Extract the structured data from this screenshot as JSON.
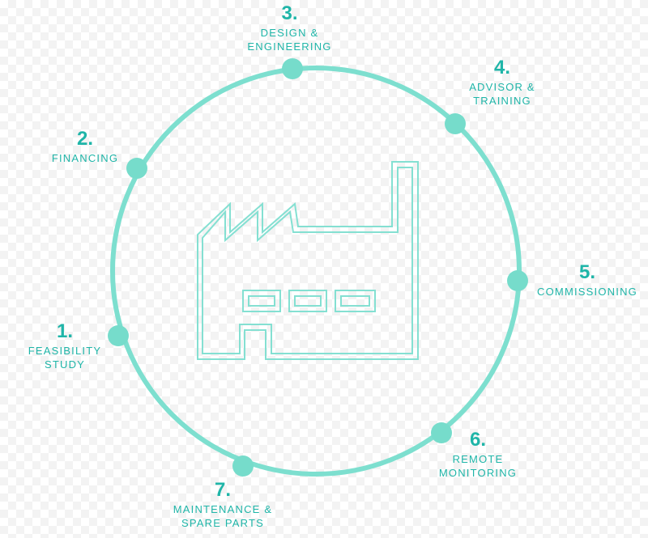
{
  "colors": {
    "ring": "#7ddfcf",
    "node": "#76dccb",
    "icon_stroke": "#84e0d2",
    "text": "#1fb5a8"
  },
  "icon": "factory-icon",
  "steps": [
    {
      "num": "1.",
      "lines": [
        "FEASIBILITY",
        "STUDY"
      ]
    },
    {
      "num": "2.",
      "lines": [
        "FINANCING"
      ]
    },
    {
      "num": "3.",
      "lines": [
        "DESIGN &",
        "ENGINEERING"
      ]
    },
    {
      "num": "4.",
      "lines": [
        "ADVISOR &",
        "TRAINING"
      ]
    },
    {
      "num": "5.",
      "lines": [
        "COMMISSIONING"
      ]
    },
    {
      "num": "6.",
      "lines": [
        "REMOTE",
        "MONITORING"
      ]
    },
    {
      "num": "7.",
      "lines": [
        "MAINTENANCE &",
        "SPARE PARTS"
      ]
    }
  ]
}
